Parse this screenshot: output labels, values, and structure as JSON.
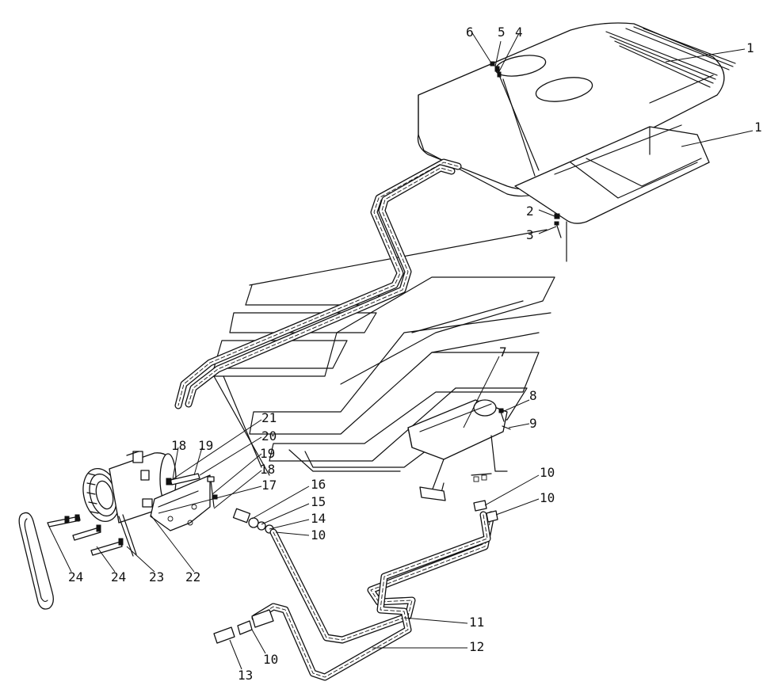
{
  "callouts": {
    "c1a": "1",
    "c1b": "1",
    "c2": "2",
    "c3": "3",
    "c4": "4",
    "c5": "5",
    "c6": "6",
    "c7": "7",
    "c8": "8",
    "c9": "9",
    "c10a": "10",
    "c10b": "10",
    "c10c": "10",
    "c10d": "10",
    "c11": "11",
    "c12": "12",
    "c13": "13",
    "c14": "14",
    "c15": "15",
    "c16": "16",
    "c17": "17",
    "c18a": "18",
    "c18b": "18",
    "c19a": "19",
    "c19b": "19",
    "c20": "20",
    "c21": "21",
    "c22": "22",
    "c23": "23",
    "c24a": "24",
    "c24b": "24"
  }
}
